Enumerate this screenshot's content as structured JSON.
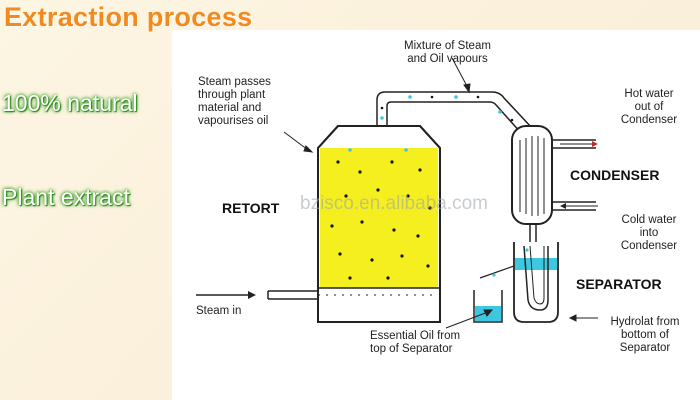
{
  "heading": "Extraction process",
  "side_labels": [
    "100% natural",
    "Plant extract"
  ],
  "labels": {
    "mixture": [
      "Mixture of Steam",
      "and Oil vapours"
    ],
    "steam_passes": [
      "Steam passes",
      "through plant",
      "material and",
      "vapourises oil"
    ],
    "retort": "RETORT",
    "hot_water": [
      "Hot water",
      "out of",
      "Condenser"
    ],
    "condenser": "CONDENSER",
    "cold_water": [
      "Cold water",
      "into",
      "Condenser"
    ],
    "separator": "SEPARATOR",
    "steam_in": "Steam in",
    "essential_oil": [
      "Essential Oil from",
      "top of Separator"
    ],
    "hydrolat": [
      "Hydrolat from",
      "bottom of",
      "Separator"
    ]
  },
  "watermark": "bzisco.en.alibaba.com",
  "colors": {
    "heading": "#f28a1d",
    "side_text_glow": "#2f9b1a",
    "plant_fill": "#f6ef20",
    "water": "#3ec7e0",
    "steam_dots": "#3ec7e0"
  }
}
